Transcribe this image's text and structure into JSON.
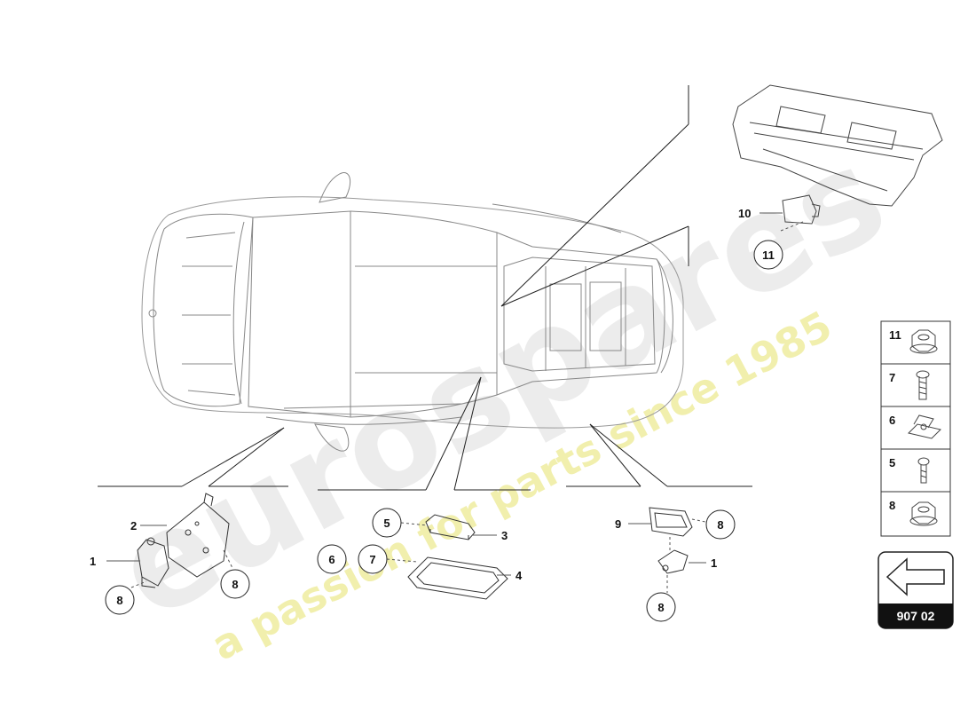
{
  "watermark": {
    "brand": "eurospares",
    "tagline": "a passion for parts since 1985",
    "brand_color": "#e9e9e9",
    "tagline_color": "#f3f1a6"
  },
  "callouts": {
    "c1_left": "1",
    "c2": "2",
    "c8_left_a": "8",
    "c8_left_b": "8",
    "c3": "3",
    "c4": "4",
    "c5": "5",
    "c6": "6",
    "c7": "7",
    "c9": "9",
    "c8_right_a": "8",
    "c1_right": "1",
    "c8_right_b": "8",
    "c10": "10",
    "c11": "11"
  },
  "hardware_table": {
    "rows": [
      {
        "label": "11",
        "icon": "flange-nut-icon"
      },
      {
        "label": "7",
        "icon": "bolt-icon"
      },
      {
        "label": "6",
        "icon": "clip-nut-icon"
      },
      {
        "label": "5",
        "icon": "screw-icon"
      },
      {
        "label": "8",
        "icon": "hex-nut-icon"
      }
    ]
  },
  "reference": {
    "code": "907 02",
    "icon": "arrow-left-icon",
    "badge_color": "#111111"
  }
}
